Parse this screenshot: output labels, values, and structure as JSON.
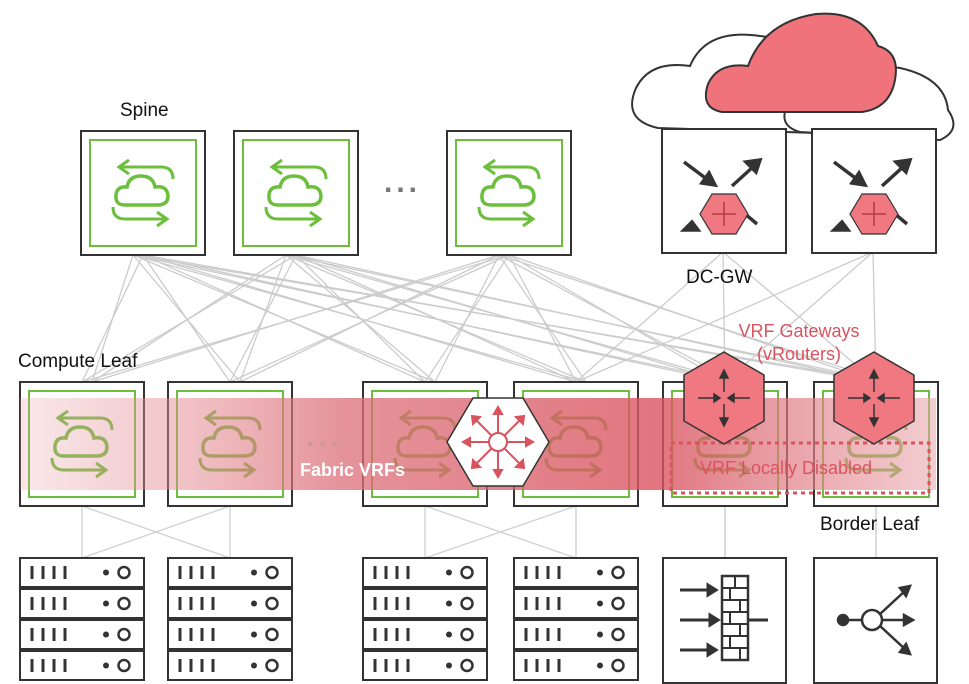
{
  "labels": {
    "spine": "Spine",
    "compute_leaf": "Compute Leaf",
    "dc_gw": "DC-GW",
    "border_leaf": "Border Leaf",
    "vrf_gateways_line1": "VRF Gateways",
    "vrf_gateways_line2": "(vRouters)",
    "fabric_vrfs": "Fabric VRFs",
    "vrf_locally_disabled": "VRF Locally Disabled",
    "spine_ellipsis": "...",
    "leaf_ellipsis": "..."
  },
  "colors": {
    "switch_green": "#6cbf3c",
    "device_border": "#333333",
    "link_gray": "#cccccc",
    "vrf_red": "#d9535f",
    "router_fill": "#f07880",
    "cloud_red": "#f0727a",
    "ellipsis_gray": "#777777"
  },
  "icons": {
    "spine_switch": "cloud-switch-icon",
    "gateway": "router-arrows-icon",
    "vrouter": "vrouter-hexagon-icon",
    "fabric_hub": "fabric-hub-icon",
    "server": "server-rack-icon",
    "firewall": "firewall-icon",
    "load_balancer": "load-balancer-icon"
  }
}
